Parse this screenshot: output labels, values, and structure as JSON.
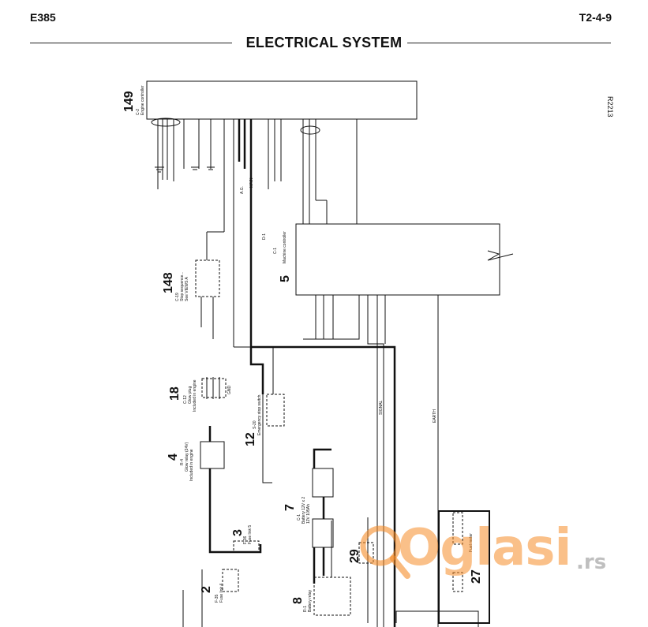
{
  "header": {
    "doc_id": "E385",
    "page_number": "T2-4-9",
    "section_title": "ELECTRICAL SYSTEM"
  },
  "diagram": {
    "ref_code": "R2213",
    "components": [
      {
        "number": "149",
        "designation": "C-2",
        "name": "Engine controller"
      },
      {
        "number": "148",
        "designation": "C-19",
        "name": "Stop sequence...",
        "extra": "See VIEWS A"
      },
      {
        "number": "5",
        "designation": "C-1",
        "name": "Machine controller"
      },
      {
        "number": "18",
        "designation": "C-12",
        "name": "Glow plug",
        "extra": "Included in engine"
      },
      {
        "number": "4",
        "designation": "R-4",
        "name": "Glow relay (24V)",
        "extra": "Included in engine"
      },
      {
        "number": "12",
        "designation": "S-20",
        "name": "Emergency stop switch"
      },
      {
        "number": "3",
        "designation": "F-36",
        "name": "Fuse link 5"
      },
      {
        "number": "7",
        "designation": "C-1",
        "name": "Battery 12V x 2",
        "extra": "12V 105Ah"
      },
      {
        "number": "29",
        "designation": "",
        "name": ""
      },
      {
        "number": "27",
        "designation": "",
        "name": "Fuel meter"
      },
      {
        "number": "2",
        "designation": "F-35",
        "name": "Fuse link 4"
      },
      {
        "number": "8",
        "designation": "R-1",
        "name": "Battery relay"
      }
    ],
    "wire_labels": [
      "A.G.",
      "EARTH",
      "GND",
      "MAIN",
      "SIGNAL"
    ],
    "connector_label": "D-1"
  },
  "watermark": {
    "text": "Oglasi",
    "tld": ".rs"
  }
}
